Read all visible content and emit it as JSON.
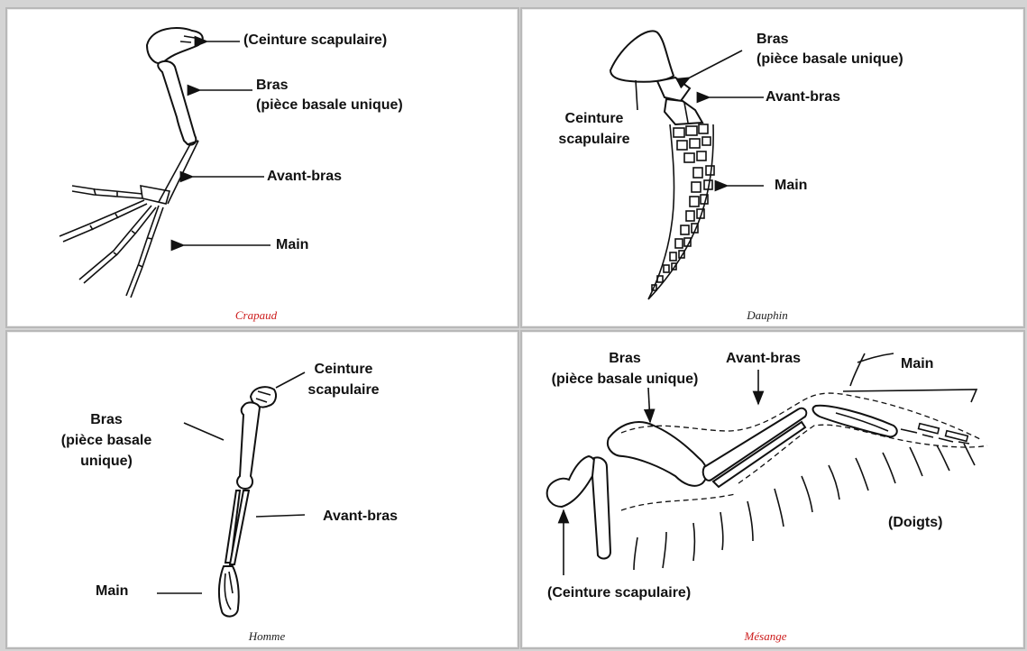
{
  "panels": {
    "crapaud": {
      "caption": "Crapaud",
      "caption_color": "#cc1b1b",
      "labels": {
        "ceinture": "(Ceinture scapulaire)",
        "bras_1": "Bras",
        "bras_2": "(pièce basale unique)",
        "avant_bras": "Avant-bras",
        "main": "Main"
      }
    },
    "dauphin": {
      "caption": "Dauphin",
      "caption_color": "#222222",
      "labels": {
        "bras_1": "Bras",
        "bras_2": "(pièce basale unique)",
        "avant_bras": "Avant-bras",
        "ceinture_1": "Ceinture",
        "ceinture_2": "scapulaire",
        "main": "Main"
      }
    },
    "homme": {
      "caption": "Homme",
      "caption_color": "#222222",
      "labels": {
        "ceinture_1": "Ceinture",
        "ceinture_2": "scapulaire",
        "bras_1": "Bras",
        "bras_2": "(pièce basale",
        "bras_3": "unique)",
        "avant_bras": "Avant-bras",
        "main": "Main"
      }
    },
    "mesange": {
      "caption": "Mésange",
      "caption_color": "#cc1b1b",
      "labels": {
        "bras_1": "Bras",
        "bras_2": "(pièce basale unique)",
        "avant_bras": "Avant-bras",
        "main": "Main",
        "doigts": "(Doigts)",
        "ceinture": "(Ceinture scapulaire)"
      }
    }
  }
}
